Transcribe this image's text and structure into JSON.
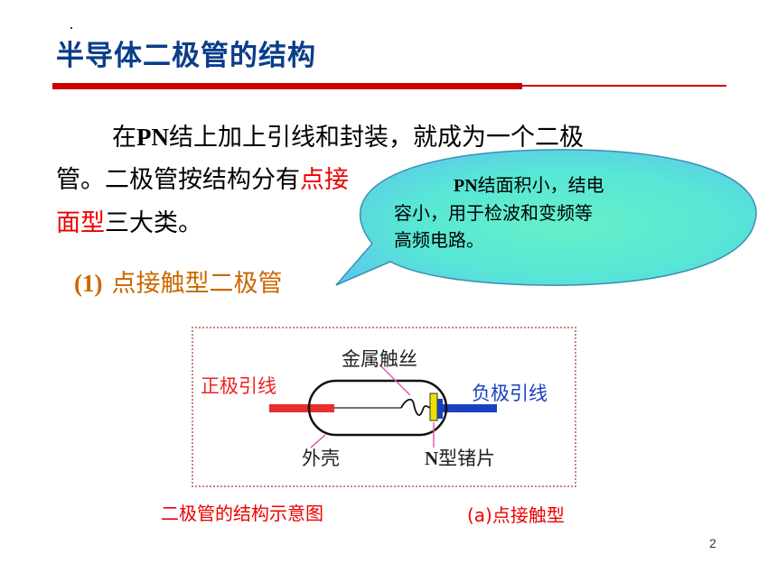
{
  "title": "半导体二极管的结构",
  "paragraph": {
    "line1_prefix": "在",
    "line1_latin": "PN",
    "line1_rest": "结上加上引线和封装，就成为一个二极",
    "line2_plain": "管。二极管按结构分有",
    "line2_red_visible": "点接",
    "line2_tail_red": "面",
    "line3_red": "面型",
    "line3_rest": "三大类。"
  },
  "subheading": {
    "number": "(1)",
    "text": "点接触型二极管"
  },
  "callout": {
    "latin": "PN",
    "line1_rest": "结面积小，结电",
    "line2": "容小，用于检波和变频等",
    "line3": "高频电路。",
    "fill_color": "#5ee8d0"
  },
  "diagram": {
    "label_wire": "金属触丝",
    "label_positive": "正极引线",
    "label_negative": "负极引线",
    "label_shell": "外壳",
    "label_ntype_latin": "N",
    "label_ntype_rest": "型锗片"
  },
  "captions": {
    "left": "二极管的结构示意图",
    "right": "(a)点接触型"
  },
  "page_number": "2",
  "colors": {
    "title": "#0a3d8a",
    "rule": "#cc0000",
    "highlight": "#ee0000",
    "subheading": "#cc6600",
    "positive_lead": "#e63030",
    "negative_lead": "#1a40c0",
    "chip": "#f0e000"
  }
}
